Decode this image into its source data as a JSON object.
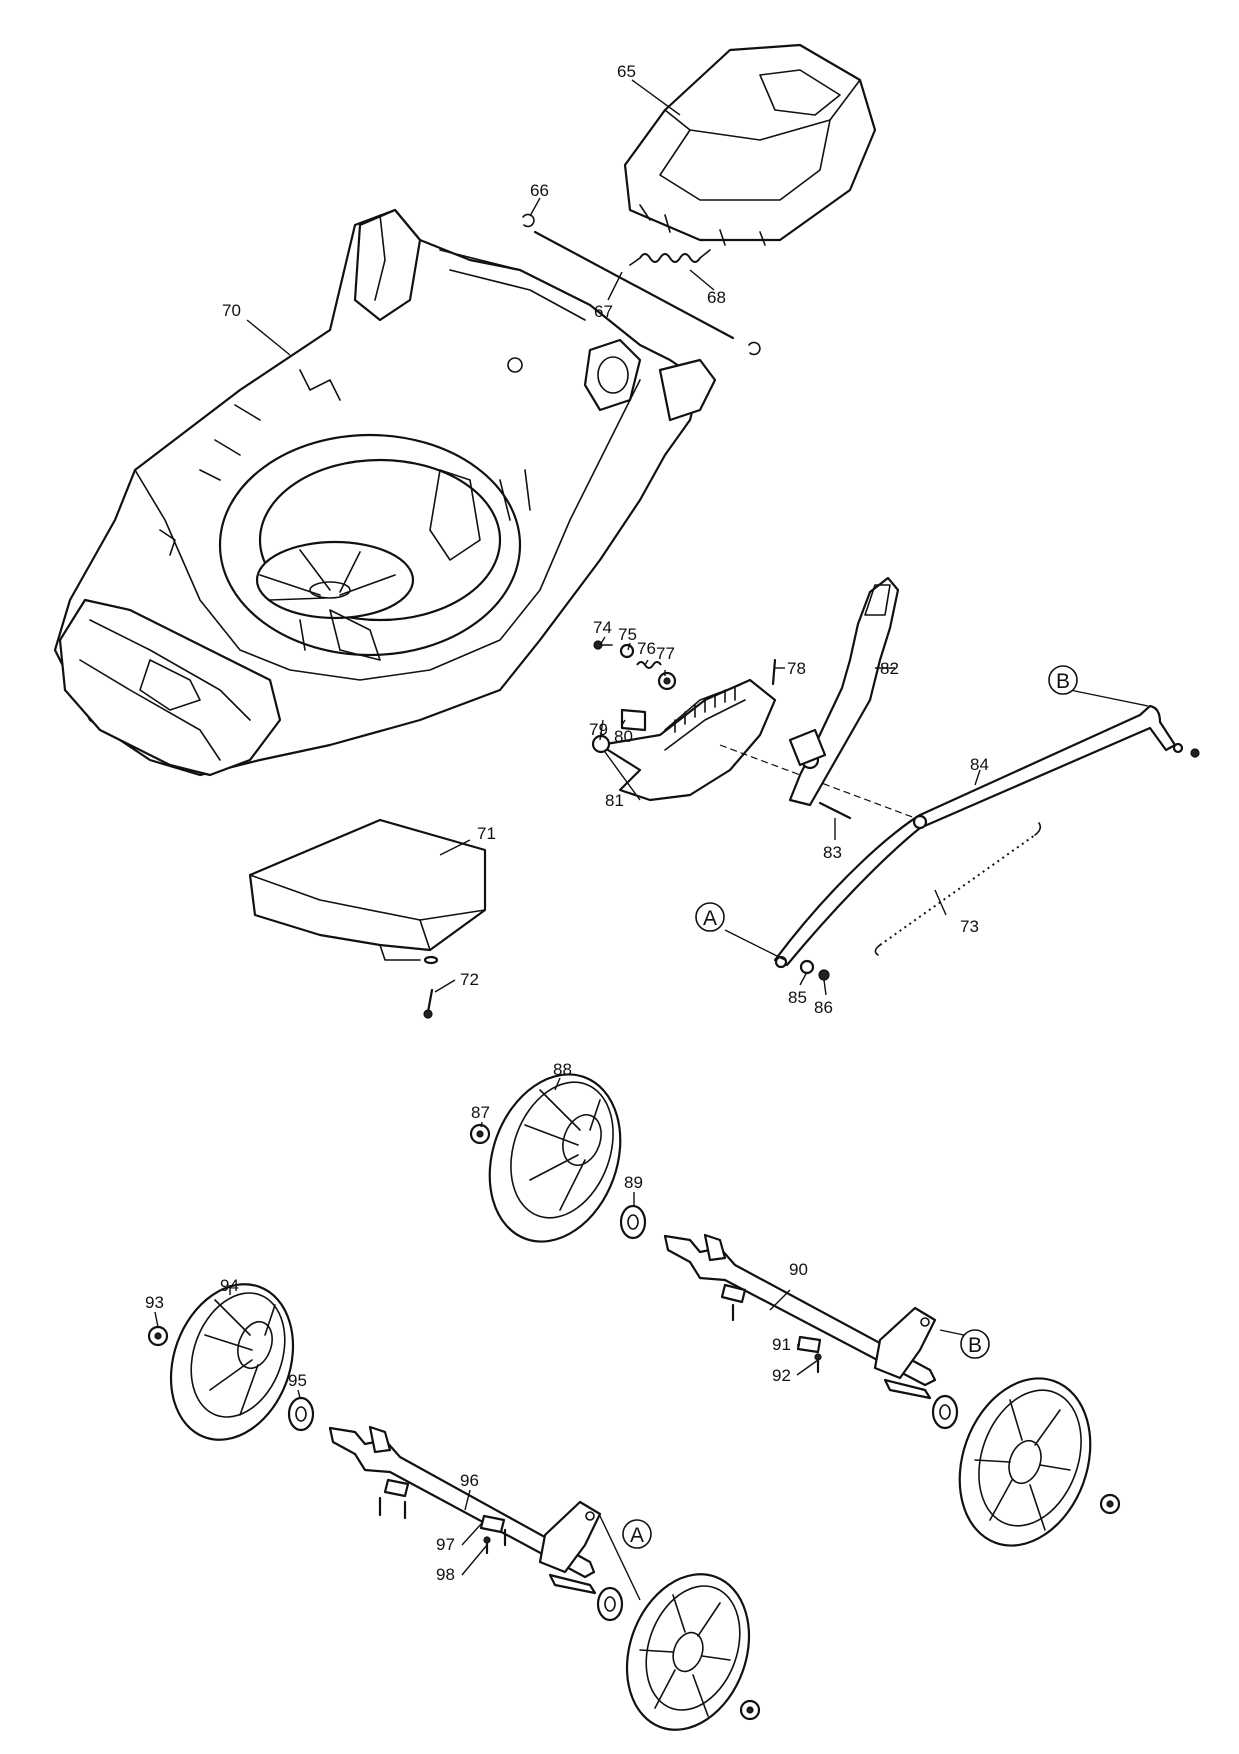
{
  "callouts": [
    "65",
    "66",
    "67",
    "68",
    "70",
    "71",
    "72",
    "73",
    "74",
    "75",
    "76",
    "77",
    "78",
    "79",
    "80",
    "81",
    "82",
    "83",
    "84",
    "85",
    "86",
    "87",
    "88",
    "89",
    "90",
    "91",
    "92",
    "93",
    "94",
    "95",
    "96",
    "97",
    "98"
  ],
  "markers": [
    "A",
    "B"
  ]
}
